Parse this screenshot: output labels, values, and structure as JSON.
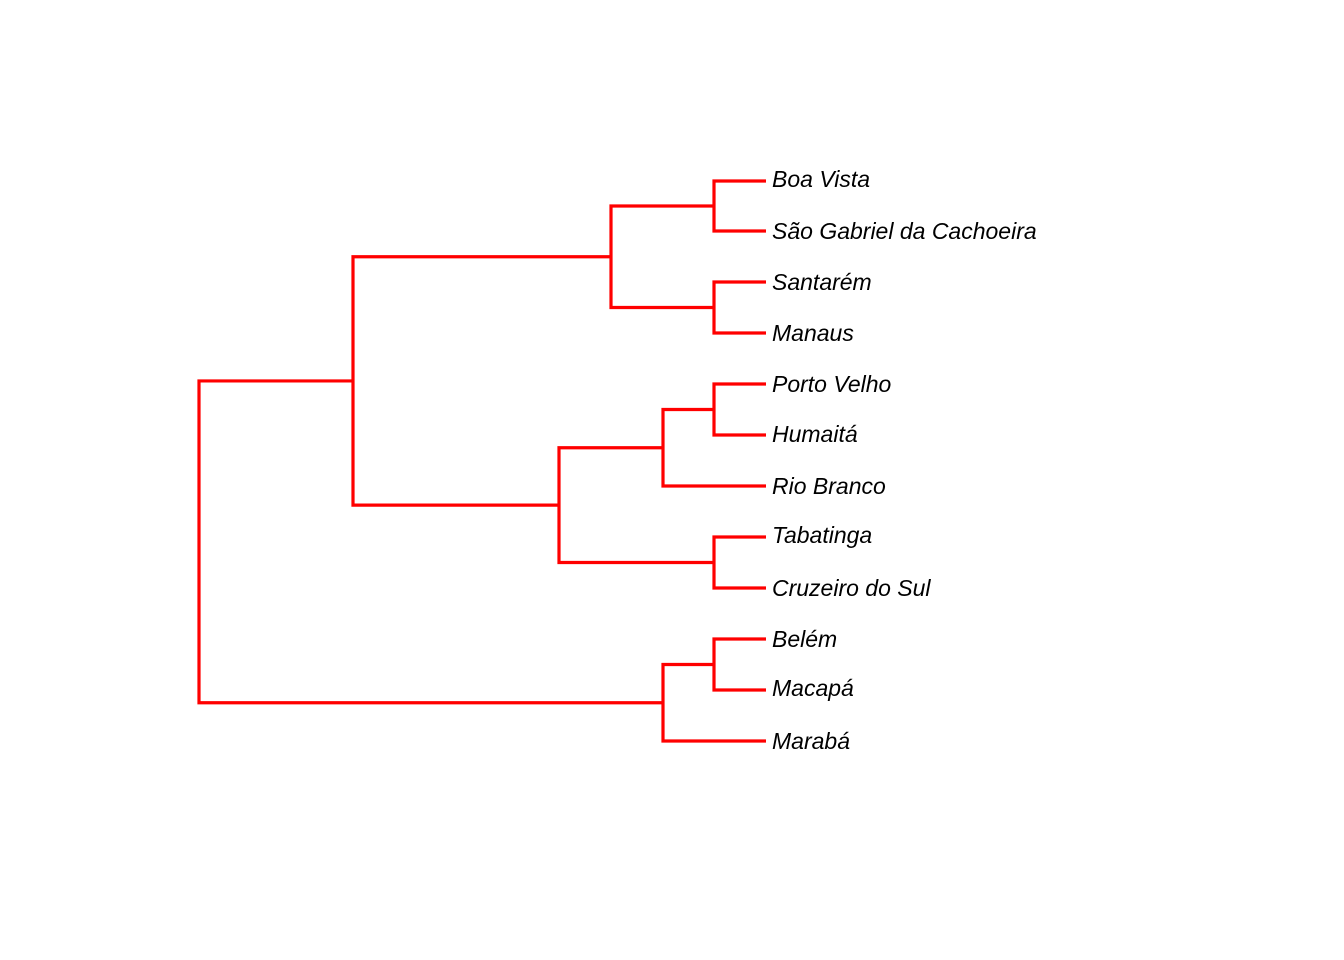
{
  "tree": {
    "branch_color": "#ff0000",
    "label_color": "#000000",
    "leaves": [
      "Boa Vista",
      "São Gabriel da Cachoeira",
      "Santarém",
      "Manaus",
      "Porto Velho",
      "Humaitá",
      "Rio Branco",
      "Tabatinga",
      "Cruzeiro do Sul",
      "Belém",
      "Macapá",
      "Marabá"
    ],
    "structure": [
      [
        [
          [
            "Boa Vista",
            "São Gabriel da Cachoeira"
          ],
          [
            "Santarém",
            "Manaus"
          ]
        ],
        [
          [
            [
              "Porto Velho",
              "Humaitá"
            ],
            "Rio Branco"
          ],
          [
            "Tabatinga",
            "Cruzeiro do Sul"
          ]
        ]
      ],
      [
        [
          "Belém",
          "Macapá"
        ],
        "Marabá"
      ]
    ]
  }
}
